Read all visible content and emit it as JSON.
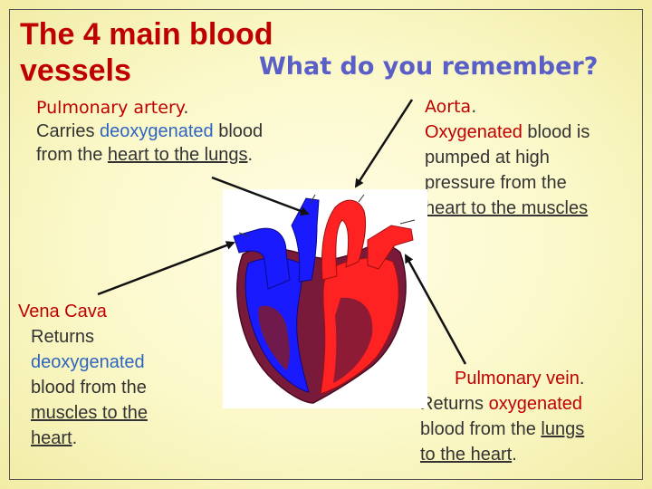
{
  "title": {
    "line1": "The 4 main blood",
    "line2": "vessels"
  },
  "subtitle": "What do you remember?",
  "pulmonary_artery": {
    "name": "Pulmonary artery",
    "period": ".",
    "line1": "Carries ",
    "deoxy": "deoxygenated",
    "line1_end": " blood",
    "line2_pre": "from the ",
    "link": "heart to the lungs",
    "line2_end": "."
  },
  "aorta": {
    "name": "Aorta",
    "period": ".",
    "oxy": "Oxygenated",
    "line1_end": " blood is",
    "line2": "pumped at high",
    "line3": "pressure from the",
    "link": "heart to the muscles"
  },
  "vena_cava": {
    "name": "Vena Cava",
    "line1": "Returns",
    "deoxy": "deoxygenated",
    "line3": "blood from the",
    "link1": "muscles to the",
    "link2": "heart",
    "period": "."
  },
  "pulmonary_vein": {
    "name": "Pulmonary vein",
    "period": ".",
    "line1_pre": "Returns ",
    "oxy": "oxygenated",
    "line2_pre": "blood from the ",
    "link1": "lungs",
    "link2": "to the heart",
    "line3_end": "."
  },
  "colors": {
    "title": "#c00000",
    "subtitle": "#5a5fc8",
    "oxygenated": "#c00000",
    "deoxygenated": "#2e65c0",
    "heart_red": "#ff2222",
    "heart_blue": "#1a1aff",
    "heart_dark": "#7a1a3a"
  }
}
